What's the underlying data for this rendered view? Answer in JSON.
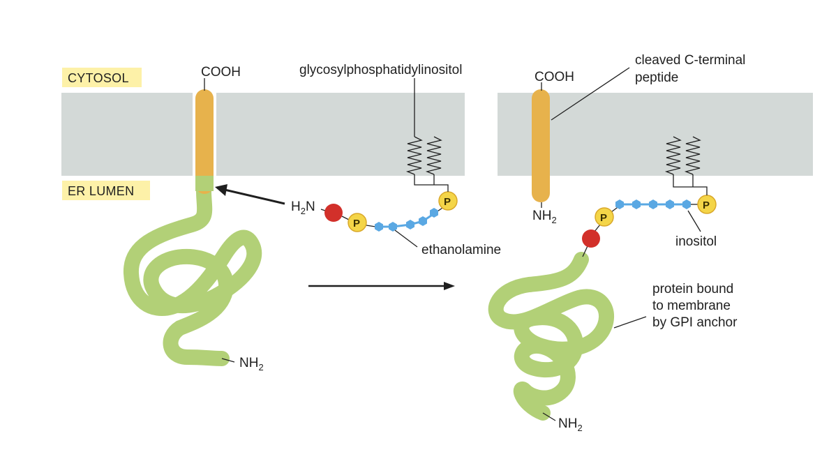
{
  "labels": {
    "cytosol": "CYTOSOL",
    "er_lumen": "ER LUMEN",
    "cooh_left": "COOH",
    "cooh_right": "COOH",
    "nh2_left_bottom": "NH",
    "nh2_right_top": "NH",
    "nh2_right_bottom": "NH",
    "subscript_2": "2",
    "h2n_prefix": "H",
    "h2n_suffix": "N",
    "gpi": "glycosylphosphatidylinositol",
    "ethanolamine": "ethanolamine",
    "cleaved_line1": "cleaved C-terminal",
    "cleaved_line2": "peptide",
    "inositol": "inositol",
    "bound_line1": "protein bound",
    "bound_line2": "to membrane",
    "bound_line3": "by GPI anchor",
    "phosphate": "P"
  },
  "colors": {
    "membrane": "#d3d9d7",
    "label_box": "#fdf1a8",
    "transmembrane_peptide": "#e7b24c",
    "protein": "#b2d077",
    "ethanolamine_ball": "#d2302a",
    "phosphate": "#f4d548",
    "sugar": "#5aa8e3",
    "text": "#1f1f1f"
  }
}
